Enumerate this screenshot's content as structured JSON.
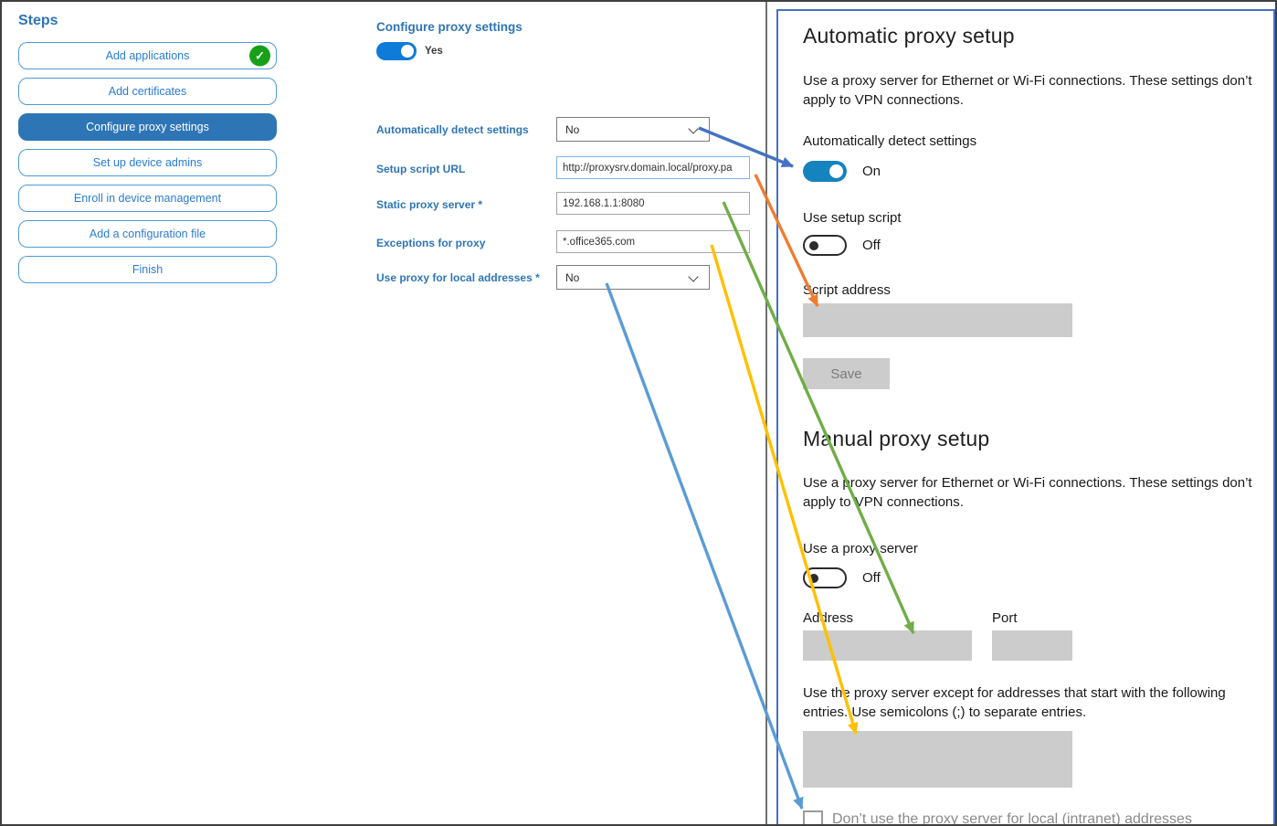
{
  "sidebar": {
    "title": "Steps",
    "items": [
      {
        "label": "Add applications",
        "completed": true,
        "selected": false
      },
      {
        "label": "Add certificates",
        "completed": false,
        "selected": false
      },
      {
        "label": "Configure proxy settings",
        "completed": false,
        "selected": true
      },
      {
        "label": "Set up device admins",
        "completed": false,
        "selected": false
      },
      {
        "label": "Enroll in device management",
        "completed": false,
        "selected": false
      },
      {
        "label": "Add a configuration file",
        "completed": false,
        "selected": false
      },
      {
        "label": "Finish",
        "completed": false,
        "selected": false
      }
    ],
    "check_icon": "check-icon"
  },
  "middle": {
    "title": "Configure proxy settings",
    "enabled_toggle": {
      "state": "Yes",
      "on": true
    },
    "fields": [
      {
        "label": "Automatically detect settings",
        "type": "select",
        "value": "No"
      },
      {
        "label": "Setup script URL",
        "type": "text",
        "value": "http://proxysrv.domain.local/proxy.pa",
        "focused": true
      },
      {
        "label": "Static proxy server *",
        "type": "text",
        "value": "192.168.1.1:8080"
      },
      {
        "label": "Exceptions for proxy",
        "type": "text",
        "value": "*.office365.com"
      },
      {
        "label": "Use proxy for local addresses *",
        "type": "select",
        "value": "No"
      }
    ]
  },
  "settings_panel": {
    "automatic": {
      "title": "Automatic proxy setup",
      "description": "Use a proxy server for Ethernet or Wi-Fi connections. These settings don’t apply to VPN connections.",
      "detect_label": "Automatically detect settings",
      "detect_state": "On",
      "script_toggle_label": "Use setup script",
      "script_toggle_state": "Off",
      "script_address_label": "Script address",
      "save_label": "Save"
    },
    "manual": {
      "title": "Manual proxy setup",
      "description": "Use a proxy server for Ethernet or Wi-Fi connections. These settings don’t apply to VPN connections.",
      "proxy_toggle_label": "Use a proxy server",
      "proxy_toggle_state": "Off",
      "address_label": "Address",
      "port_label": "Port",
      "exceptions_description": "Use the proxy server except for addresses that start with the following entries. Use semicolons (;) to separate entries.",
      "local_checkbox_label": "Don’t use the proxy server for local (intranet) addresses"
    }
  },
  "colors": {
    "accent_blue": "#2E75B6",
    "panel_border": "#4472C4",
    "toggle_on": "#1583BD",
    "arrow_blue": "#4472C4",
    "arrow_orange": "#ED7D31",
    "arrow_green": "#70AD47",
    "arrow_yellow": "#FFC000",
    "arrow_lightblue": "#5B9BD5"
  }
}
